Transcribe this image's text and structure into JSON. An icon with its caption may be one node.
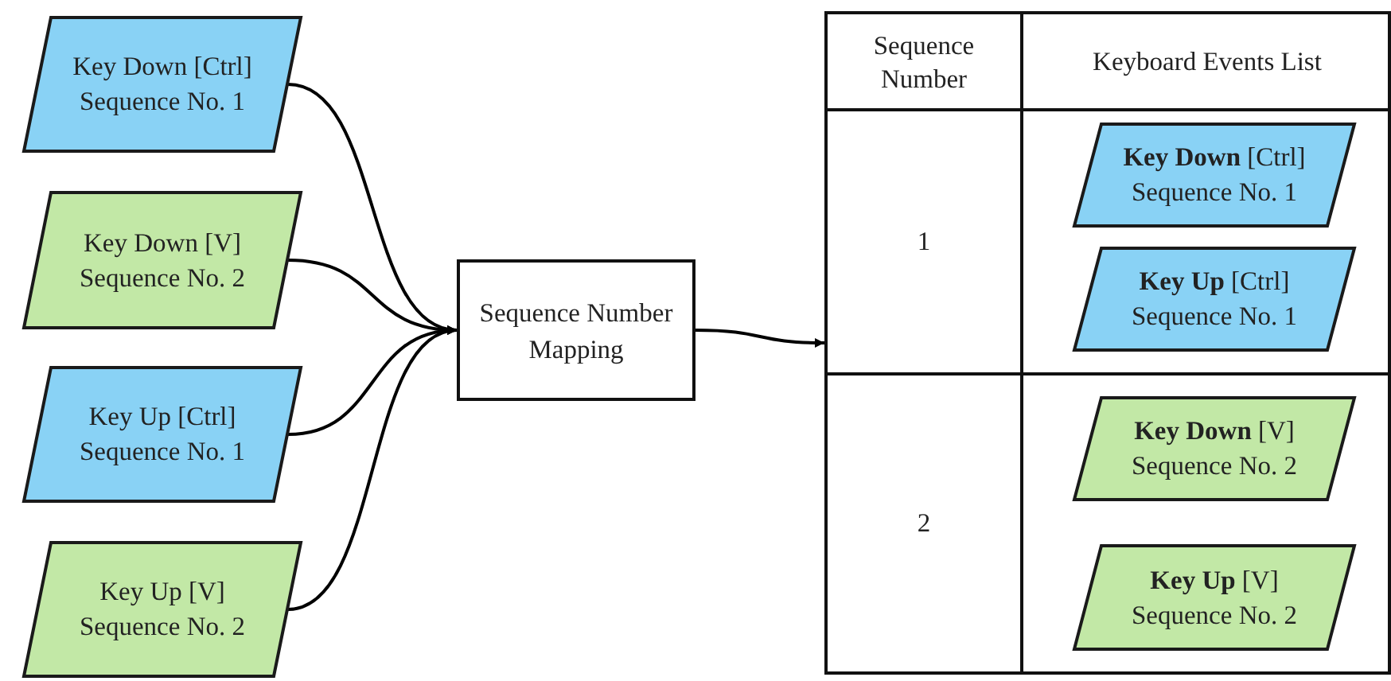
{
  "diagram": {
    "nodes": [
      {
        "text": [
          "Key Down [Ctrl]",
          "Sequence No. 1"
        ]
      },
      {
        "text": [
          "Key Down [V]",
          "Sequence No. 2"
        ]
      },
      {
        "text": [
          "Key Up [Ctrl]",
          "Sequence No. 1"
        ]
      },
      {
        "text": [
          "Key Up [V]",
          "Sequence No. 2"
        ]
      },
      {
        "text": [
          "Sequence Number Mapping"
        ]
      },
      {
        "text": [
          "Sequence Number",
          "Keyboard Events List",
          "1",
          "2"
        ]
      },
      {
        "text": [
          "**Key Down** [Ctrl]",
          "Sequence No. 1"
        ],
        "in": 5
      },
      {
        "text": [
          "**Key Up** [Ctrl]",
          "Sequence No. 1"
        ],
        "in": 5
      },
      {
        "text": [
          "**Key Down** [V]",
          "Sequence No. 2"
        ],
        "in": 5
      },
      {
        "text": [
          "**Key Up** [V]",
          "Sequence No. 2"
        ],
        "in": 5
      }
    ],
    "edges": [
      {
        "from": 0,
        "to": 4,
        "arrow": "to"
      },
      {
        "from": 1,
        "to": 4,
        "arrow": "to"
      },
      {
        "from": 2,
        "to": 4,
        "arrow": "to"
      },
      {
        "from": 3,
        "to": 4,
        "arrow": "to"
      },
      {
        "from": 4,
        "to": 5,
        "arrow": "to"
      }
    ]
  }
}
